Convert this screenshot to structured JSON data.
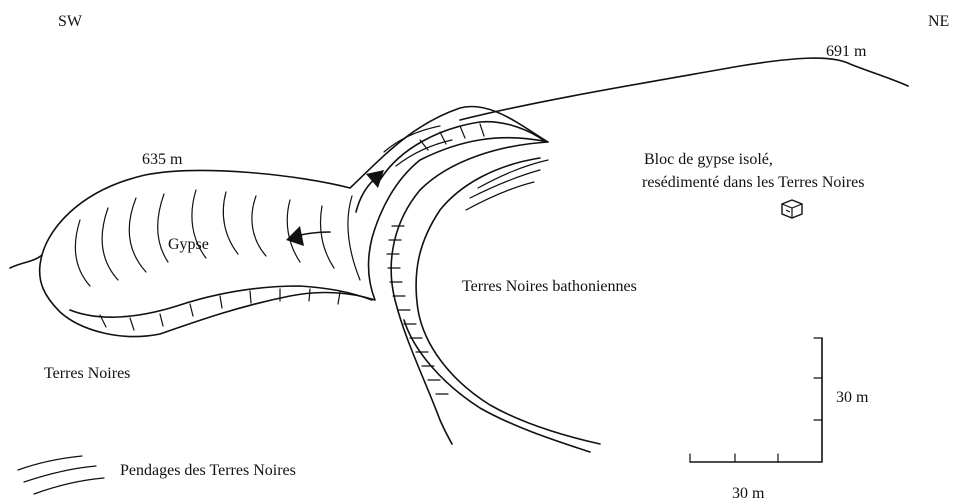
{
  "orientation": {
    "left": "SW",
    "right": "NE"
  },
  "elevations": {
    "summit": "691 m",
    "dome": "635 m"
  },
  "units": {
    "gypse": "Gypse",
    "terres_noires_bathoniennes": "Terres Noires bathoniennes",
    "terres_noires": "Terres Noires"
  },
  "note": {
    "line1": "Bloc de gypse isolé,",
    "line2": "resédimenté dans les Terres Noires"
  },
  "legend": {
    "pendages": "Pendages des Terres Noires"
  },
  "scale": {
    "vertical": "30 m",
    "horizontal": "30 m"
  }
}
